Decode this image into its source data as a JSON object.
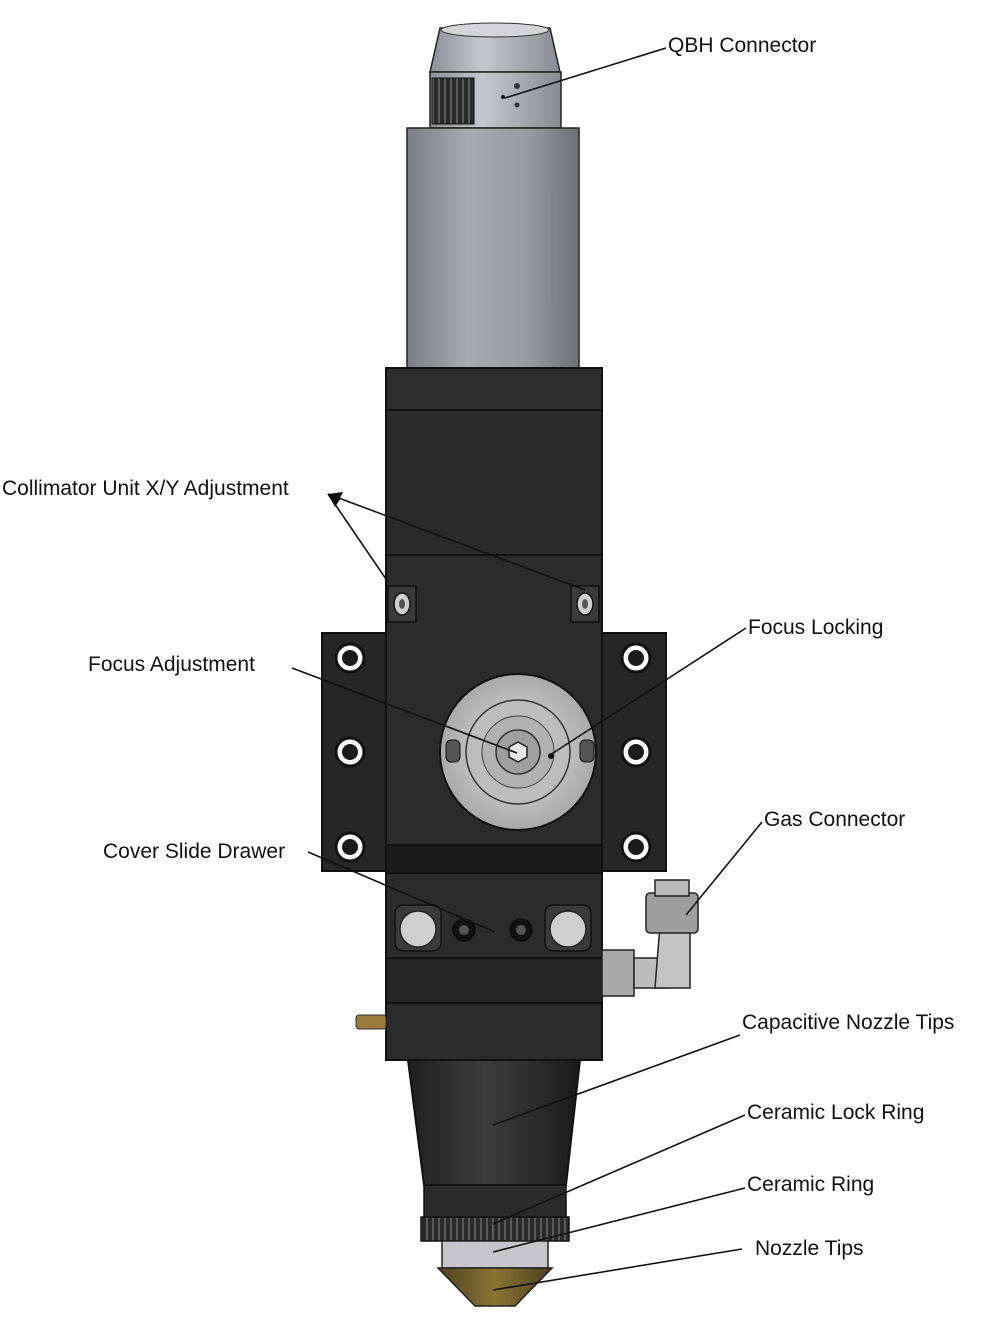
{
  "labels": {
    "qbh_connector": "QBH Connector",
    "collimator_adjustment": "Collimator Unit X/Y Adjustment",
    "focus_locking": "Focus Locking",
    "focus_adjustment": "Focus Adjustment",
    "gas_connector": "Gas Connector",
    "cover_slide_drawer": "Cover Slide Drawer",
    "capacitive_nozzle_tips": "Capacitive Nozzle Tips",
    "ceramic_lock_ring": "Ceramic Lock Ring",
    "ceramic_ring": "Ceramic Ring",
    "nozzle_tips": "Nozzle Tips"
  },
  "colors": {
    "body_dark": "#2b2b2b",
    "body_darker": "#1c1c1c",
    "tube_gray": "#9a9aa2",
    "connector_gray": "#b9b9c2",
    "face_gray": "#c8c8c8",
    "nozzle_brass": "#6b5a2a",
    "leader_line": "#111111"
  }
}
